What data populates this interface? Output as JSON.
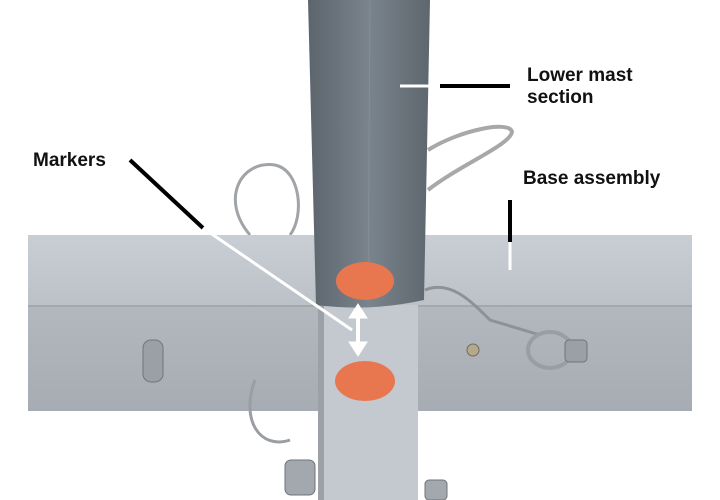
{
  "labels": {
    "lower_mast_line1": "Lower mast",
    "lower_mast_line2": "section",
    "markers": "Markers",
    "base_assembly": "Base assembly"
  },
  "colors": {
    "mast": "#6f7880",
    "base": "#c3c8cf",
    "marker": "#e8774f",
    "leader_black": "#000000",
    "leader_white": "#ffffff"
  }
}
